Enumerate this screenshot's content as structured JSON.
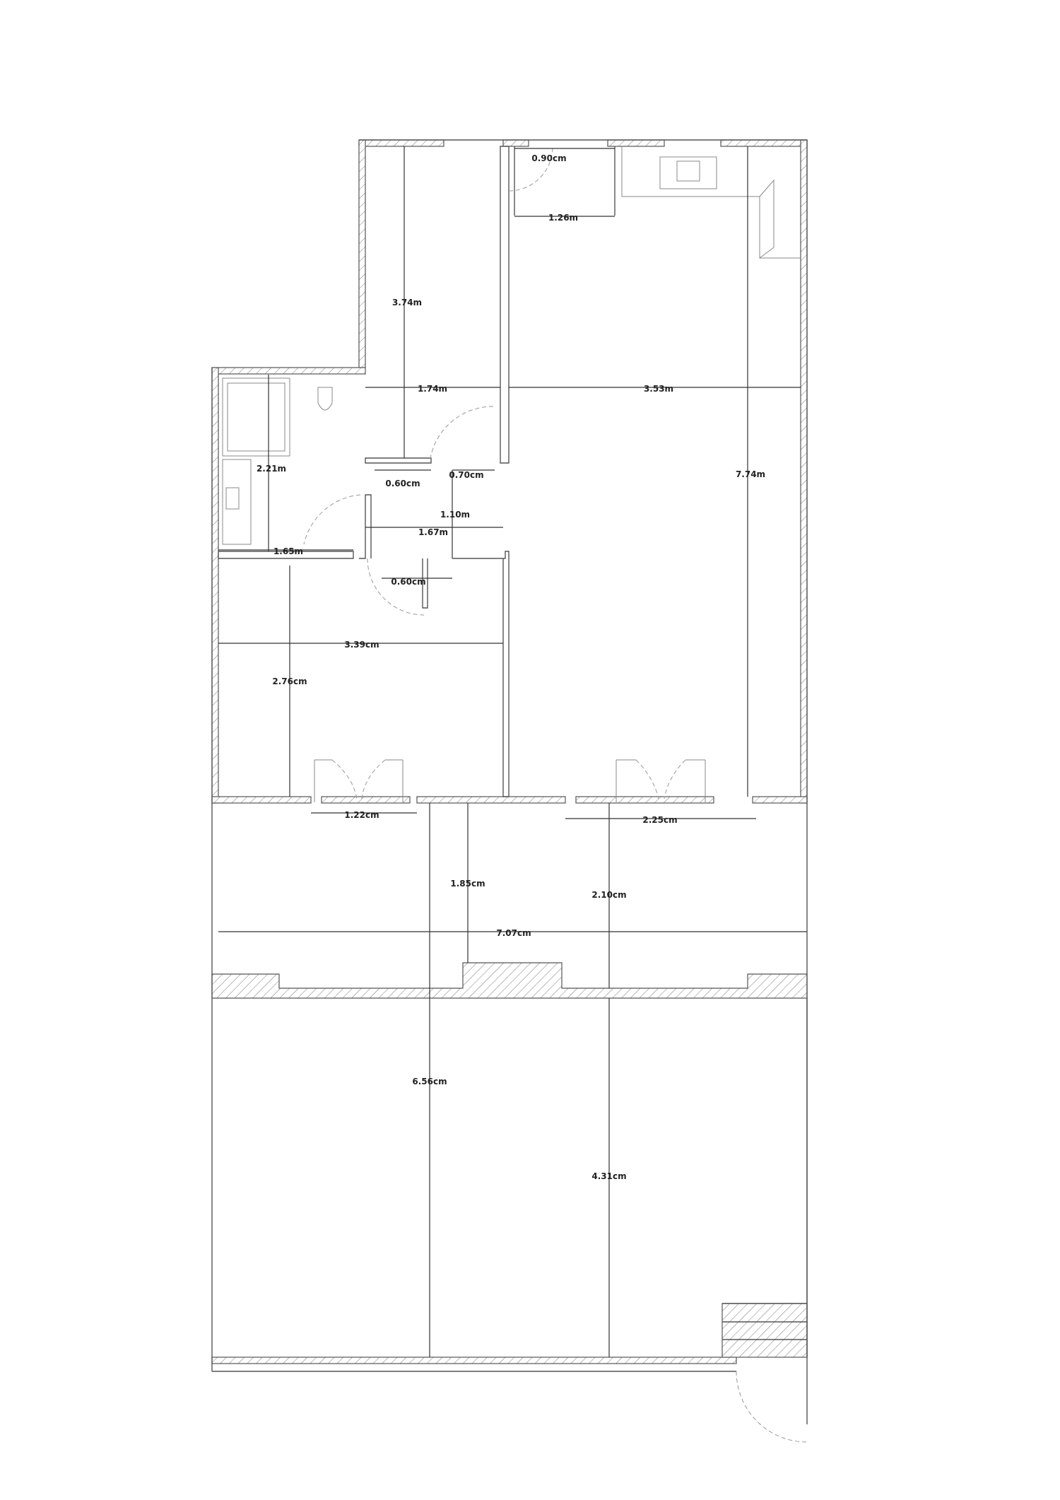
{
  "dimensions": {
    "d_0_90_top": "0.90cm",
    "d_1_26": "1.26m",
    "d_3_74": "3.74m",
    "d_1_74": "1.74m",
    "d_3_53": "3.53m",
    "d_7_74": "7.74m",
    "d_2_21": "2.21m",
    "d_0_60_upper": "0.60cm",
    "d_0_70": "0.70cm",
    "d_1_10": "1.10m",
    "d_1_67": "1.67m",
    "d_1_65": "1.65m",
    "d_0_60_lower": "0.60cm",
    "d_3_39": "3.39cm",
    "d_2_76": "2.76cm",
    "d_1_22": "1.22cm",
    "d_2_25": "2.25cm",
    "d_1_85": "1.85cm",
    "d_2_10": "2.10cm",
    "d_7_07": "7.07cm",
    "d_6_56": "6.56cm",
    "d_4_31": "4.31cm"
  }
}
